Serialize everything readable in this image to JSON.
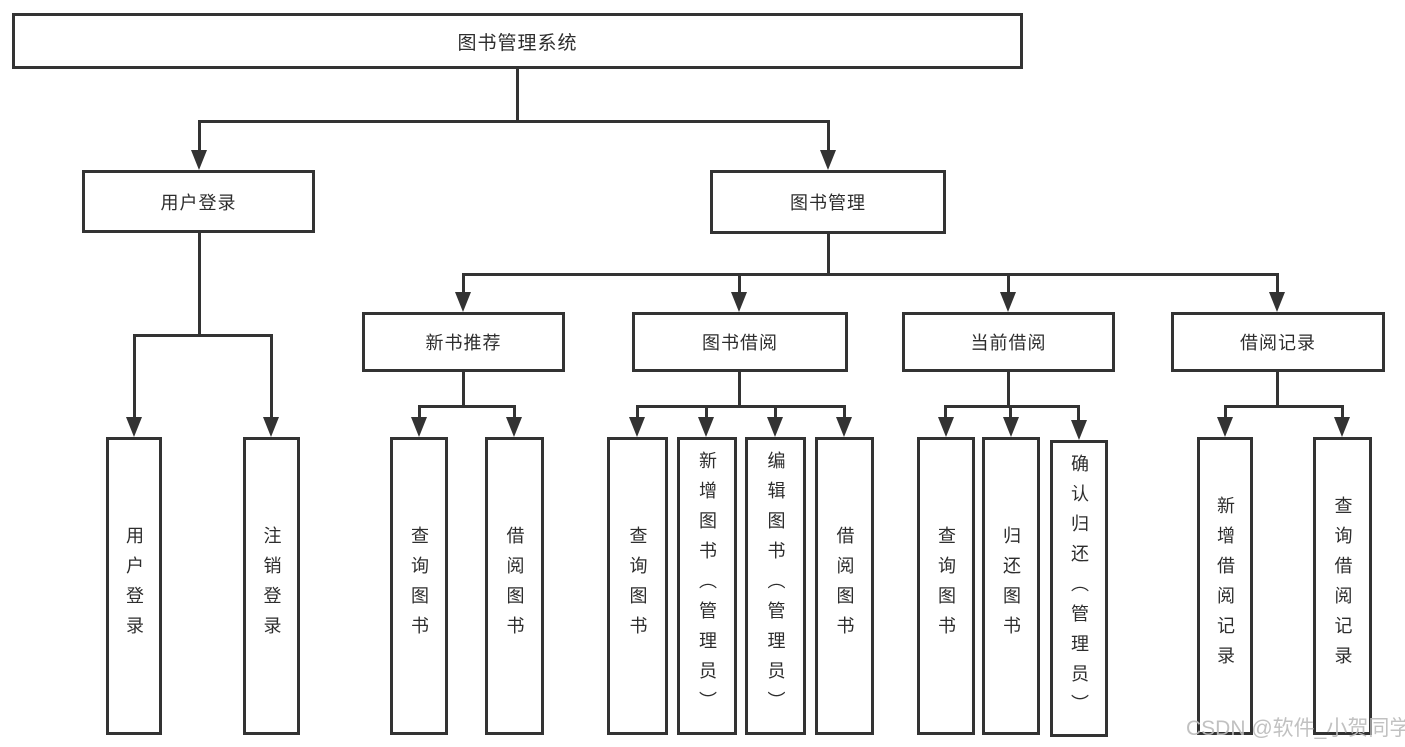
{
  "tree": {
    "label": "图书管理系统",
    "children": [
      {
        "label": "用户登录",
        "children": [
          {
            "label": "用户登录"
          },
          {
            "label": "注销登录"
          }
        ]
      },
      {
        "label": "图书管理",
        "children": [
          {
            "label": "新书推荐",
            "children": [
              {
                "label": "查询图书"
              },
              {
                "label": "借阅图书"
              }
            ]
          },
          {
            "label": "图书借阅",
            "children": [
              {
                "label": "查询图书"
              },
              {
                "label": "新增图书（管理员）"
              },
              {
                "label": "编辑图书（管理员）"
              },
              {
                "label": "借阅图书"
              }
            ]
          },
          {
            "label": "当前借阅",
            "children": [
              {
                "label": "查询图书"
              },
              {
                "label": "归还图书"
              },
              {
                "label": "确认归还（管理员）"
              }
            ]
          },
          {
            "label": "借阅记录",
            "children": [
              {
                "label": "新增借阅记录"
              },
              {
                "label": "查询借阅记录"
              }
            ]
          }
        ]
      }
    ]
  },
  "watermark": "CSDN @软件_小贺同学",
  "colors": {
    "line": "#333333",
    "text": "#2d2d2d",
    "watermark": "#bcbcbc"
  }
}
